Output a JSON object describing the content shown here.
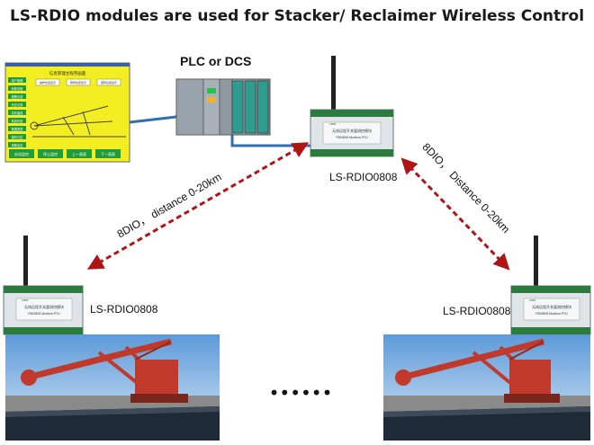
{
  "title": "LS-RDIO modules are used for Stacker/ Reclaimer Wireless Control",
  "plc_label": "PLC  or  DCS",
  "module_labels": {
    "center": "LS-RDIO0808",
    "left": "LS-RDIO0808",
    "right": "LS-RDIO0808"
  },
  "link_labels": {
    "left": "8DIO，  distance 0-20km",
    "right": "8DIO，  Distance  0-20km"
  },
  "hmi_screen": {
    "title": "信息管理主程序画面",
    "left_menu": [
      "用户管理",
      "参数设置",
      "报警记录",
      "历史记录",
      "实时曲线",
      "系统状态",
      "数据报表",
      "操作日志",
      "帮助信息"
    ],
    "top_fields": [
      "操作位置显示",
      "俯仰位置显示",
      "回转位置显示"
    ],
    "bottom_buttons": [
      "启动监控",
      "停止监控",
      "上一画面",
      "下一画面"
    ]
  },
  "module_panel_text": [
    "LSRT",
    "无线远程开关量测控模块",
    "RDI0808 Modbus RTU"
  ],
  "ellipsis": "••••••",
  "colors": {
    "link_arrow": "#b01515",
    "cable": "#2f6fb3",
    "hmi_background": "#f3ee22",
    "hmi_button": "#1f9b3a",
    "machine": "#c0392b",
    "sky": "#7fb3e3",
    "conveyor": "#1e2a38"
  }
}
